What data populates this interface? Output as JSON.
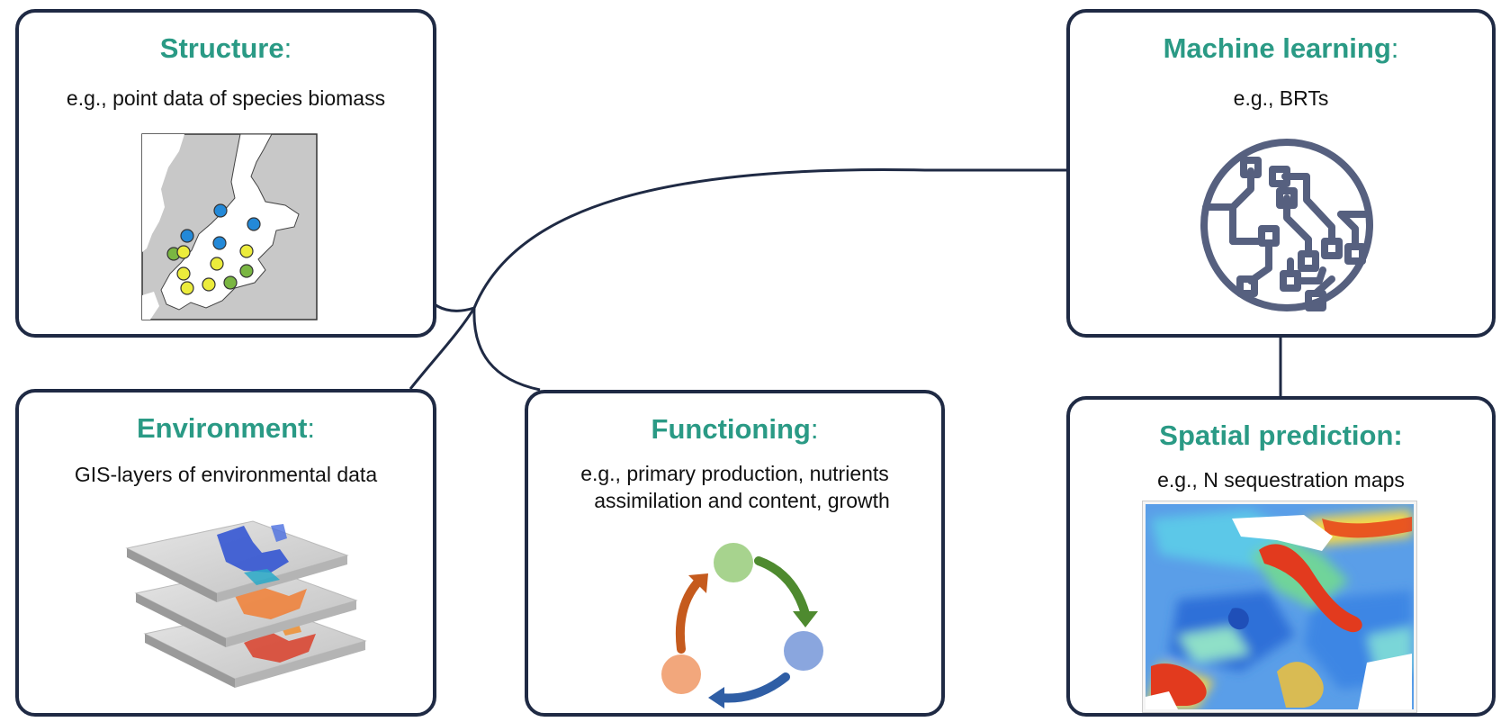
{
  "boxes": {
    "structure": {
      "title": "Structure",
      "colon": ":",
      "desc": "e.g., point data of species biomass"
    },
    "environment": {
      "title": "Environment",
      "colon": ":",
      "desc": "GIS-layers of environmental data"
    },
    "functioning": {
      "title": "Functioning",
      "colon": ":",
      "desc_line1": "e.g., primary production, nutrients",
      "desc_line2": "assimilation and content, growth"
    },
    "machine_learning": {
      "title": "Machine learning",
      "colon": ":",
      "desc": "e.g., BRTs"
    },
    "spatial_prediction": {
      "title": "Spatial prediction:",
      "desc": "e.g., N sequestration maps"
    }
  },
  "icons": {
    "structure": "species-biomass-map-icon",
    "environment": "gis-layers-stack-icon",
    "functioning": "nutrient-cycle-icon",
    "machine_learning": "circuit-network-icon",
    "spatial_prediction": "heatmap-prediction-icon"
  },
  "colors": {
    "border": "#1f2a44",
    "title": "#2a9a85",
    "icon_stroke": "#56607f",
    "point_blue": "#2389d8",
    "point_yellow": "#ecec3c",
    "point_green": "#7ab642",
    "cycle_green": "#a7d38e",
    "cycle_blue": "#8aa6de",
    "cycle_orange": "#f2a77c"
  }
}
